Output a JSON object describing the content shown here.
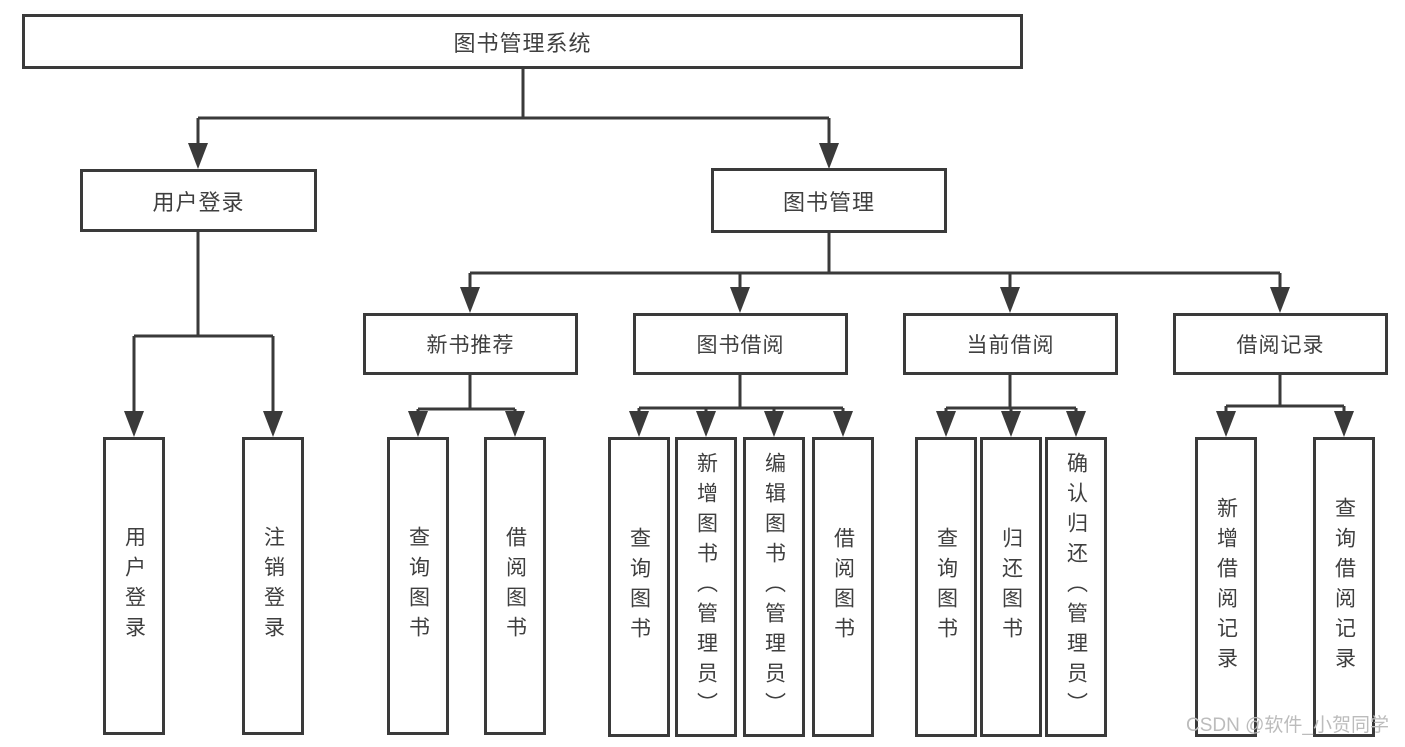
{
  "diagram": {
    "root": {
      "label": "图书管理系统"
    },
    "branches": [
      {
        "label": "用户登录",
        "children": [
          {
            "label": "用户登录"
          },
          {
            "label": "注销登录"
          }
        ]
      },
      {
        "label": "图书管理",
        "children": [
          {
            "label": "新书推荐",
            "children": [
              {
                "label": "查询图书"
              },
              {
                "label": "借阅图书"
              }
            ]
          },
          {
            "label": "图书借阅",
            "children": [
              {
                "label": "查询图书"
              },
              {
                "label": "新增图书（管理员）"
              },
              {
                "label": "编辑图书（管理员）"
              },
              {
                "label": "借阅图书"
              }
            ]
          },
          {
            "label": "当前借阅",
            "children": [
              {
                "label": "查询图书"
              },
              {
                "label": "归还图书"
              },
              {
                "label": "确认归还（管理员）"
              }
            ]
          },
          {
            "label": "借阅记录",
            "children": [
              {
                "label": "新增借阅记录"
              },
              {
                "label": "查询借阅记录"
              }
            ]
          }
        ]
      }
    ],
    "watermark": "CSDN @软件_小贺同学",
    "colors": {
      "line": "#3a3a3a",
      "text": "#3f3f3f",
      "watermark": "#bcbcbc",
      "background": "#ffffff"
    }
  }
}
